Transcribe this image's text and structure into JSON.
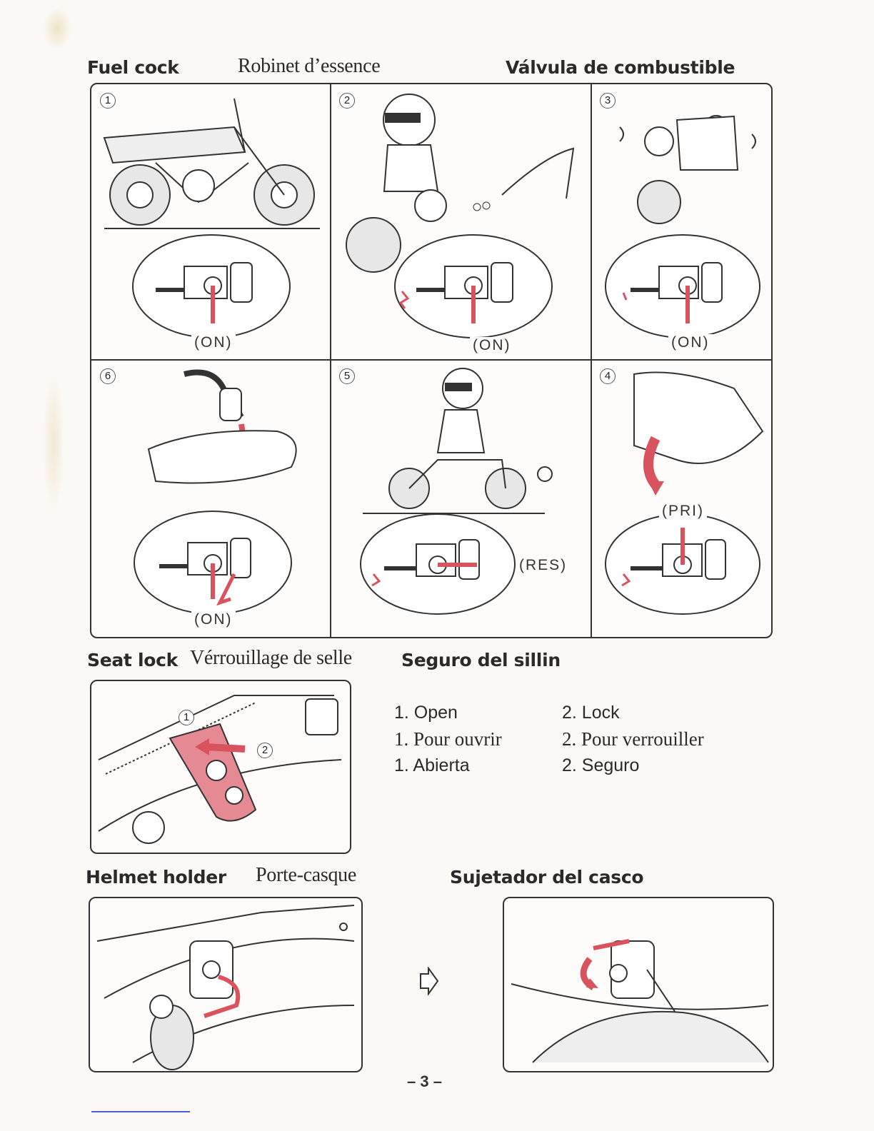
{
  "fuel_cock": {
    "title_en": "Fuel cock",
    "title_fr": "Robinet d’essence",
    "title_es": "Válvula de combustible",
    "panels": [
      {
        "num": "1",
        "position": "ON"
      },
      {
        "num": "2",
        "position": "ON"
      },
      {
        "num": "3",
        "position": "ON"
      },
      {
        "num": "6",
        "position": "ON"
      },
      {
        "num": "5",
        "position": "RES"
      },
      {
        "num": "4",
        "position": "PRI"
      }
    ]
  },
  "seat_lock": {
    "title_en": "Seat lock",
    "title_fr": "Vérrouillage de selle",
    "title_es": "Seguro del sillin",
    "callouts": [
      "1",
      "2"
    ],
    "legend": {
      "col1": [
        "1. Open",
        "1. Pour ouvrir",
        "1. Abierta"
      ],
      "col2": [
        "2. Lock",
        "2. Pour verrouiller",
        "2. Seguro"
      ]
    }
  },
  "helmet_holder": {
    "title_en": "Helmet holder",
    "title_fr": "Porte-casque",
    "title_es": "Sujetador del casco"
  },
  "page_number": "– 3 –",
  "colors": {
    "accent_red": "#d9535f",
    "ink": "#2a2a2a",
    "paper": "#fbf9f5"
  },
  "icons": {
    "arrow": "arrow-right-outline-icon"
  }
}
